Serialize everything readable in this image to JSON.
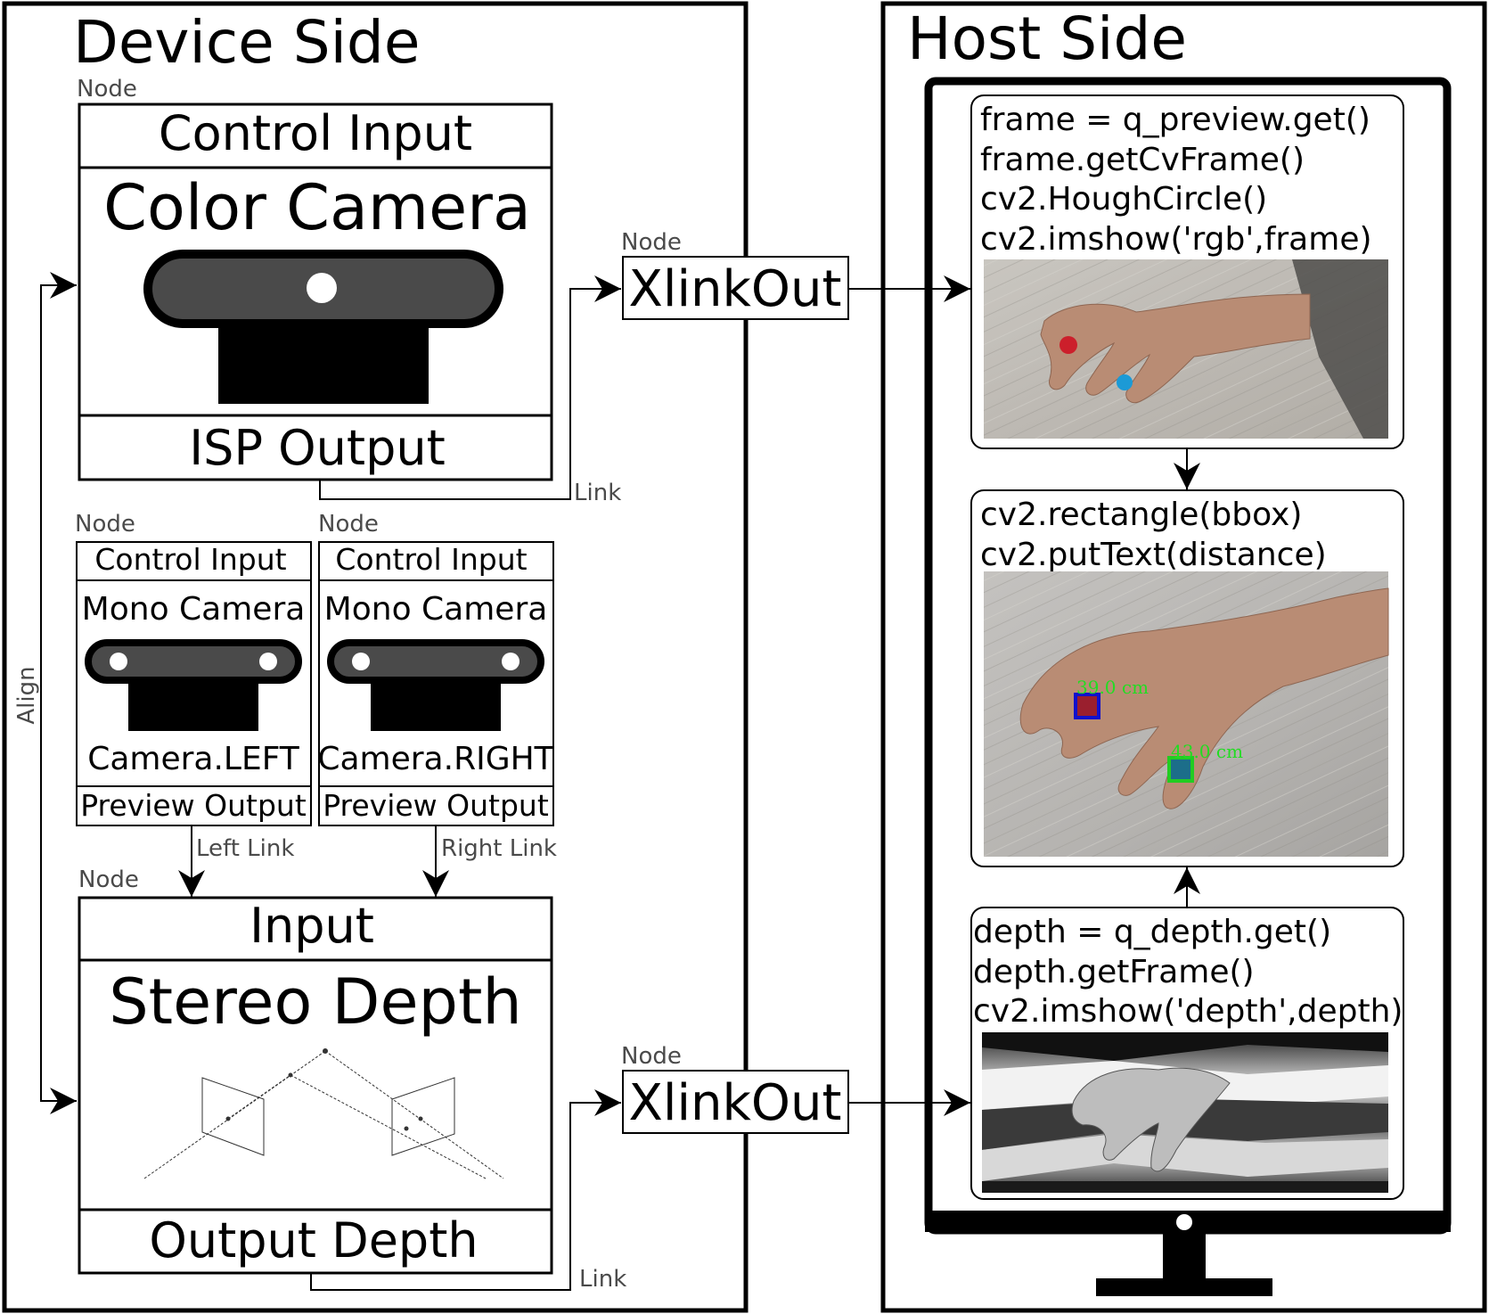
{
  "device_side": {
    "title": "Device Side",
    "align_label": "Align",
    "color_camera_node": {
      "node_label": "Node",
      "input_label": "Control Input",
      "name": "Color Camera",
      "output_label": "ISP Output",
      "link_label": "Link"
    },
    "mono_left_node": {
      "node_label": "Node",
      "input_label": "Control Input",
      "name": "Mono Camera",
      "socket_label": "Camera.LEFT",
      "output_label": "Preview Output",
      "link_label": "Left Link"
    },
    "mono_right_node": {
      "node_label": "Node",
      "input_label": "Control Input",
      "name": "Mono Camera",
      "socket_label": "Camera.RIGHT",
      "output_label": "Preview Output",
      "link_label": "Right Link"
    },
    "stereo_depth_node": {
      "node_label": "Node",
      "input_label": "Input",
      "name": "Stereo Depth",
      "output_label": "Output Depth",
      "link_label": "Link"
    },
    "xlinkout_top": {
      "node_label": "Node",
      "name": "XlinkOut"
    },
    "xlinkout_bottom": {
      "node_label": "Node",
      "name": "XlinkOut"
    }
  },
  "host_side": {
    "title": "Host Side",
    "preview_panel": {
      "code_lines": [
        "frame = q_preview.get()",
        "frame.getCvFrame()",
        "cv2.HoughCircle()",
        "cv2.imshow('rgb',frame)"
      ]
    },
    "annotated_panel": {
      "code_lines": [
        "cv2.rectangle(bbox)",
        "cv2.putText(distance)"
      ],
      "distance_labels": [
        "39.0 cm",
        "43.0 cm"
      ]
    },
    "depth_panel": {
      "code_lines": [
        "depth = q_depth.get()",
        "depth.getFrame()",
        "cv2.imshow('depth',depth)"
      ]
    }
  },
  "colors": {
    "line": "#000000",
    "node_label": "#4a4a4a",
    "camera_body": "#4a4a4a",
    "red_marker": "#cc1f2b",
    "blue_marker": "#1c9ad6",
    "green_box": "#22cc22",
    "distance_text": "#22dd22"
  },
  "icons": [
    "color-camera-icon",
    "mono-camera-icon",
    "stereo-geometry-icon",
    "monitor-icon"
  ]
}
